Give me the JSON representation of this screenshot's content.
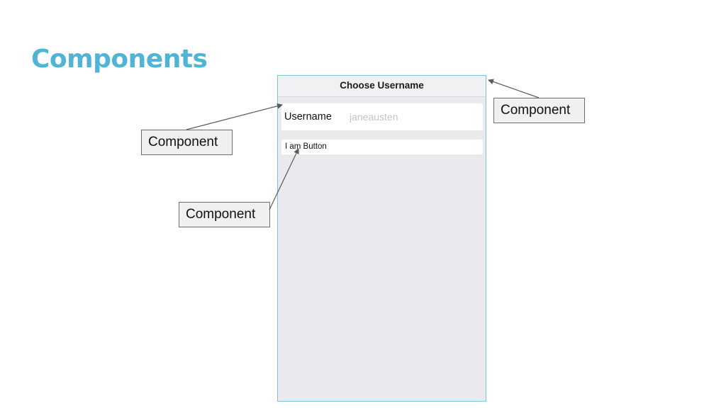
{
  "slide": {
    "title": "Components",
    "title_color": "#4fb4d6"
  },
  "screen": {
    "nav_title": "Choose Username",
    "username_field": {
      "label": "Username",
      "placeholder": "janeausten",
      "value": ""
    },
    "button_label": "I am Button"
  },
  "callouts": [
    {
      "label": "Component"
    },
    {
      "label": "Component"
    },
    {
      "label": "Component"
    }
  ],
  "colors": {
    "screen_border": "#7ac3de",
    "screen_background": "#e9e9ee",
    "arrow": "#5a5a5a"
  }
}
